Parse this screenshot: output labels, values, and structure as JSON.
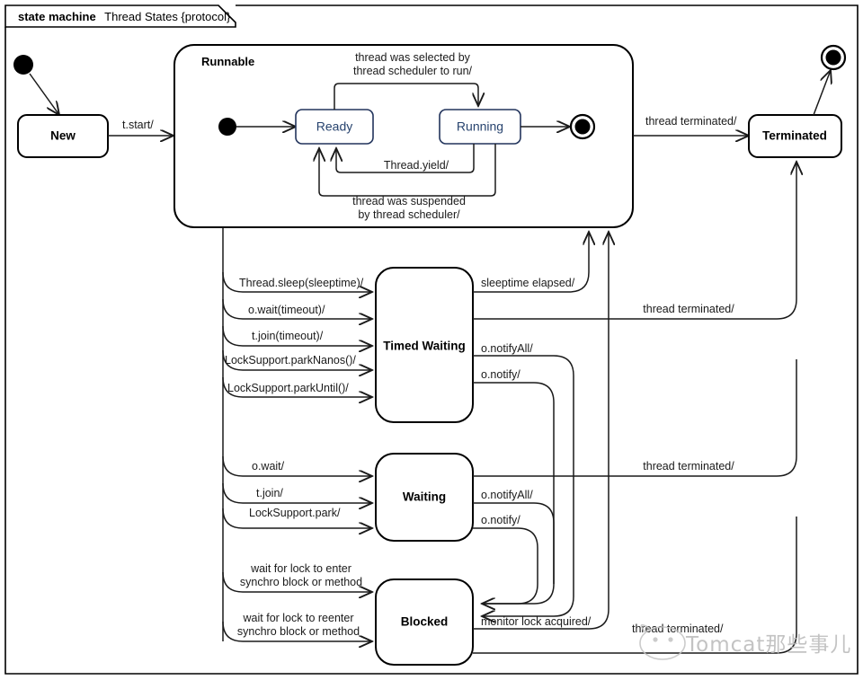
{
  "frame": {
    "keyword": "state machine",
    "title": "Thread States {protocol}"
  },
  "states": {
    "new": "New",
    "runnable": "Runnable",
    "ready": "Ready",
    "running": "Running",
    "terminated": "Terminated",
    "timed_waiting": "Timed Waiting",
    "waiting": "Waiting",
    "blocked": "Blocked"
  },
  "transitions": {
    "start": "t.start/",
    "selected_line1": "thread was selected by",
    "selected_line2": "thread scheduler to run/",
    "yield": "Thread.yield/",
    "suspended_line1": "thread was suspended",
    "suspended_line2": "by thread scheduler/",
    "terminated_top": "thread terminated/",
    "terminated_mid": "thread terminated/",
    "terminated_low": "thread terminated/",
    "terminated_bottom": "thread terminated/",
    "sleep": "Thread.sleep(sleeptime)/",
    "wait_timeout": "o.wait(timeout)/",
    "join_timeout": "t.join(timeout)/",
    "park_nanos": "LockSupport.parkNanos()/",
    "park_until": "LockSupport.parkUntil()/",
    "sleeptime_elapsed": "sleeptime elapsed/",
    "notify_all_timed": "o.notifyAll/",
    "notify_timed": "o.notify/",
    "wait": "o.wait/",
    "join": "t.join/",
    "park": "LockSupport.park/",
    "notify_all_waiting": "o.notifyAll/",
    "notify_waiting": "o.notify/",
    "lock_enter_line1": "wait for lock to enter",
    "lock_enter_line2": "synchro block or method",
    "lock_reenter_line1": "wait for lock to reenter",
    "lock_reenter_line2": "synchro block or method",
    "monitor_acquired": "monitor lock acquired/"
  },
  "icons": {
    "initial_node": "initial-state-node",
    "final_node": "final-state-node",
    "runnable_initial": "initial-state-node",
    "runnable_final": "final-state-node"
  },
  "watermark": {
    "text": "Tomcat那些事儿",
    "icon": "chat-bubble-icon"
  },
  "colors": {
    "substate_text": "#27436e",
    "stroke": "#000000",
    "watermark": "#b9b9b9"
  }
}
